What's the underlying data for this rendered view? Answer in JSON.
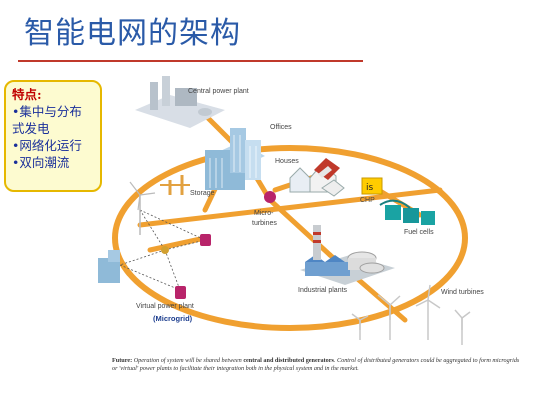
{
  "title": "智能电网的架构",
  "callout": {
    "heading": "特点:",
    "items": [
      "•集中与分布",
      "式发电",
      "•网络化运行",
      "•双向潮流"
    ]
  },
  "labels": {
    "central_power_plant": "Central power plant",
    "offices": "Offices",
    "houses": "Houses",
    "storage": "Storage",
    "micro": "Micro-",
    "turbines": "turbines",
    "chp": "CHP",
    "fuel_cells": "Fuel cells",
    "industrial_plants": "Industrial plants",
    "virtual_power_plant": "Virtual power plant",
    "microgrid": "(Microgrid)",
    "wind_turbines": "Wind turbines"
  },
  "caption": {
    "lead": "Future:",
    "part1": " Operation of system will be shared between ",
    "bold": "central and distributed generators",
    "part2": ". Control of distributed generators could be aggregated to form microgrids or 'virtual' power plants to facilitate their integration both in the physical system and in the market."
  },
  "colors": {
    "grid_line": "#f0a030",
    "title": "#2a5aa8",
    "rule": "#c0392b",
    "callout_border": "#e6b800",
    "node": "#b8246a"
  }
}
